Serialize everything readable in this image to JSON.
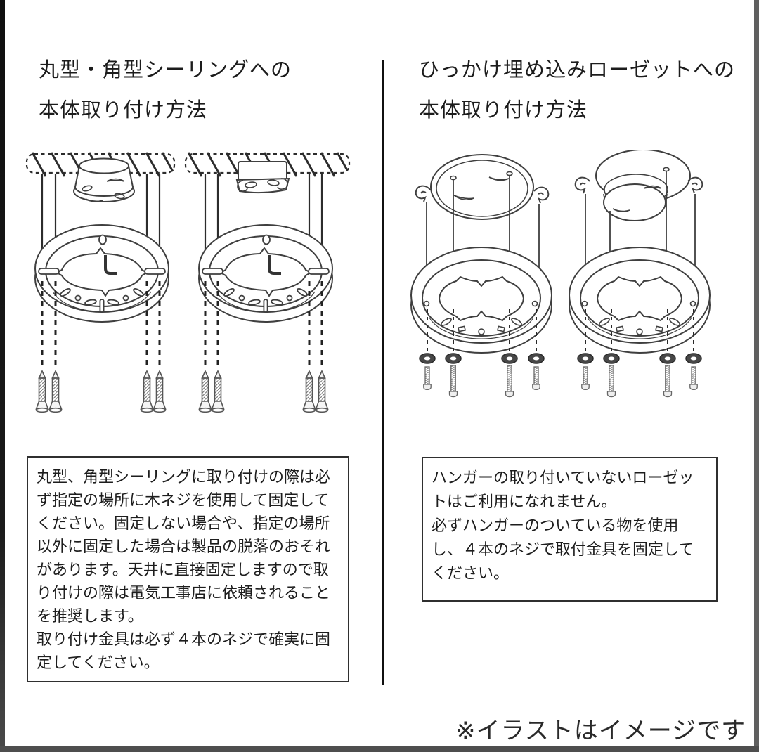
{
  "left_panel": {
    "title": "丸型・角型シーリングへの\n本体取り付け方法",
    "note": "丸型、角型シーリングに取り付けの際は必\nず指定の場所に木ネジを使用して固定して\nください。固定しない場合や、指定の場所\n以外に固定した場合は製品の脱落のおそれ\nがあります。天井に直接固定しますので取\nり付けの際は電気工事店に依頼されること\nを推奨します。\n取り付け金具は必ず４本のネジで確実に固\n定してください。"
  },
  "right_panel": {
    "title": "ひっかけ埋め込みローゼットへの\n本体取り付け方法",
    "note": "ハンガーの取り付いていないローゼッ\nトはご利用になれません。\n必ずハンガーのついている物を使用\nし、４本のネジで取付金具を固定して\nください。"
  },
  "footer": {
    "disclaimer": "※イラストはイメージです"
  },
  "colors": {
    "ink": "#3f3f3f",
    "heavy_ink": "#2c2c2c",
    "box_border": "#2f2f2f",
    "washer_fill": "#474747",
    "divider": "#101010"
  }
}
